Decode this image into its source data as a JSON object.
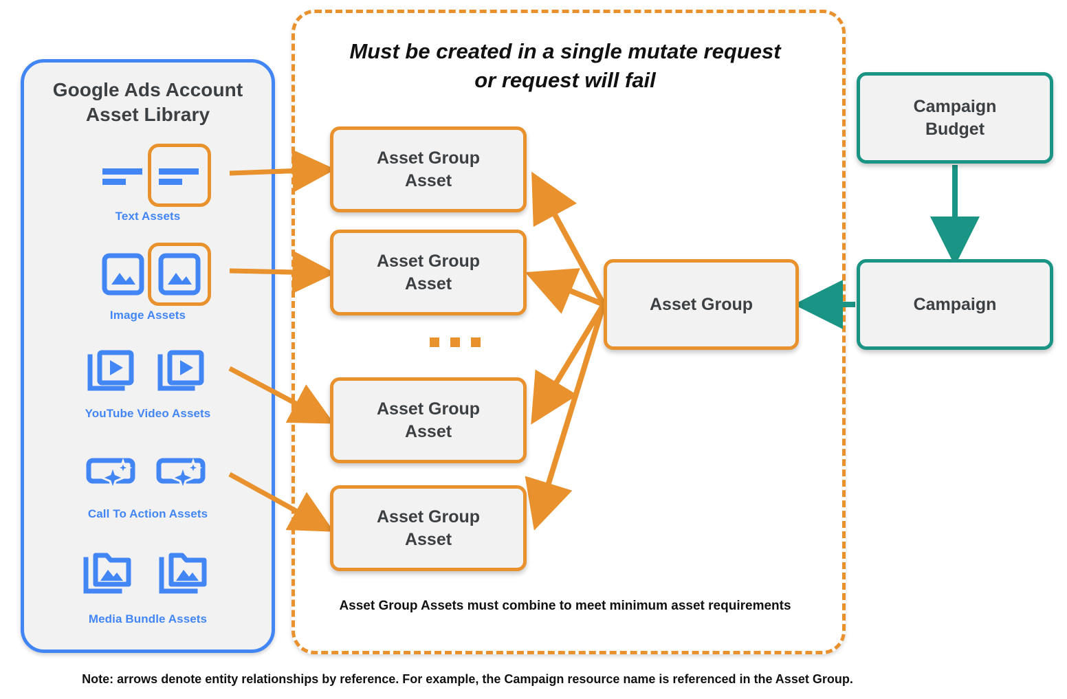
{
  "colors": {
    "blue": "#4285f4",
    "orange": "#e8912d",
    "teal": "#1a9484",
    "node_fill": "#f2f2f2",
    "text_dark": "#3c4043"
  },
  "library": {
    "title": "Google Ads Account\nAsset Library",
    "title_line1": "Google Ads Account",
    "title_line2": "Asset Library",
    "assets": [
      {
        "label": "Text Assets",
        "icon": "text-lines-icon",
        "highlighted": true
      },
      {
        "label": "Image Assets",
        "icon": "image-icon",
        "highlighted": true
      },
      {
        "label": "YouTube Video  Assets",
        "icon": "video-stack-icon",
        "highlighted": true
      },
      {
        "label": "Call To Action Assets",
        "icon": "call-to-action-sparkle-icon",
        "highlighted": true
      },
      {
        "label": "Media Bundle  Assets",
        "icon": "media-bundle-folder-icon",
        "highlighted": false
      }
    ]
  },
  "mutate_group": {
    "heading_line1": "Must be created in a single mutate request",
    "heading_line2": "or request will fail",
    "footnote": "Asset Group Assets must combine to meet minimum asset requirements",
    "asset_group_assets": [
      {
        "line1": "Asset Group",
        "line2": "Asset"
      },
      {
        "line1": "Asset Group",
        "line2": "Asset"
      },
      {
        "line1": "Asset Group",
        "line2": "Asset"
      },
      {
        "line1": "Asset Group",
        "line2": "Asset"
      }
    ],
    "ellipsis": "..."
  },
  "nodes": {
    "asset_group": "Asset Group",
    "campaign_budget_line1": "Campaign",
    "campaign_budget_line2": "Budget",
    "campaign": "Campaign"
  },
  "footer": {
    "note": "Note: arrows denote entity relationships by reference. For example, the Campaign resource name is referenced in the Asset Group."
  }
}
